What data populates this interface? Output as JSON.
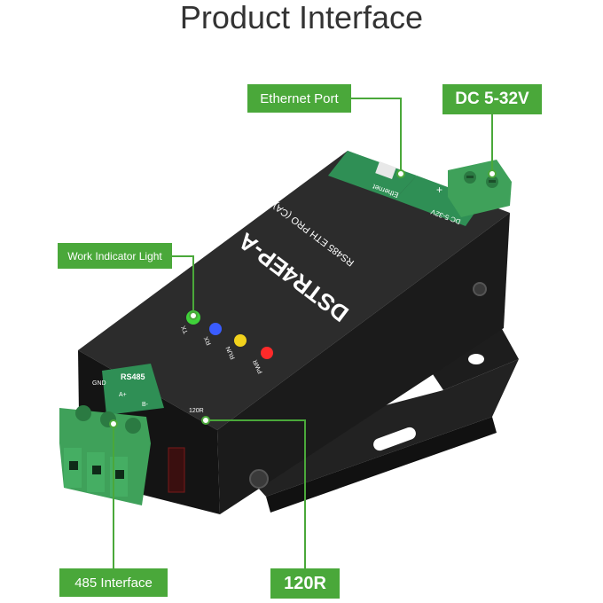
{
  "title": "Product Interface",
  "callouts": {
    "ethernet_port": "Ethernet Port",
    "dc_power": "DC 5-32V",
    "work_indicator": "Work Indicator Light",
    "rs485_interface": "485 Interface",
    "termination_120r": "120R"
  },
  "device": {
    "model": "DSTR4EP-A",
    "subtitle": "RS485 ETH PRO (CA)",
    "ethernet_label": "Ethernet",
    "dc_label": "DC 5-32V",
    "dc_plus": "+",
    "dc_minus": "−",
    "leds": [
      {
        "label": "TX",
        "color": "#3fd23a"
      },
      {
        "label": "RX",
        "color": "#3a5cff"
      },
      {
        "label": "RUN",
        "color": "#f2d21c"
      },
      {
        "label": "PWR",
        "color": "#ff2a2a"
      }
    ],
    "rs485_label": "RS485",
    "rs485_pins": [
      "GND",
      "A+",
      "B-"
    ],
    "switch_label": "120R"
  },
  "colors": {
    "accent_green": "#4aa83a",
    "terminal_green": "#3fa15a",
    "device_body": "#2a2a2a"
  }
}
